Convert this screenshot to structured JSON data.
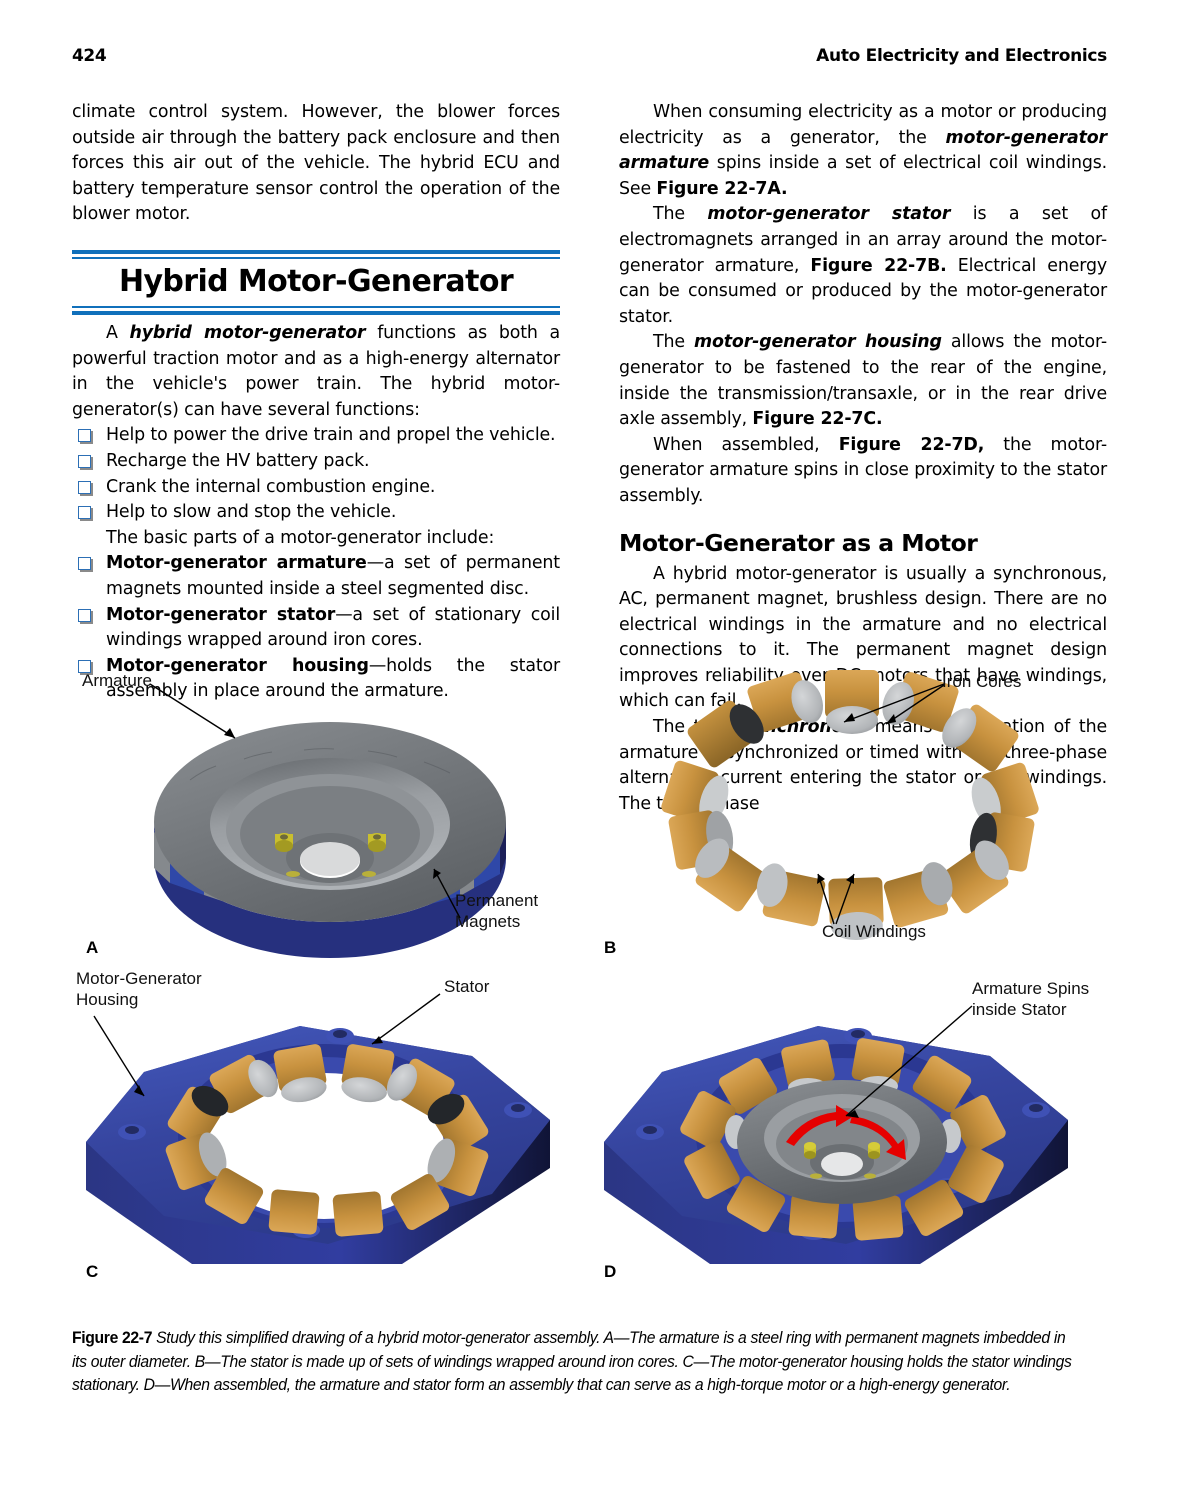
{
  "header": {
    "folio": "424",
    "book_title": "Auto Electricity and Electronics"
  },
  "left_column": {
    "continued_paragraph": "climate control system. However, the blower forces outside air through the battery pack enclosure and then forces this air out of the vehicle. The hybrid ECU and battery temperature sensor control the operation of the blower motor.",
    "section_heading": "Hybrid Motor-Generator",
    "intro_paragraph_pre": "A ",
    "intro_paragraph_term": "hybrid motor-generator",
    "intro_paragraph_post": " functions as both a powerful traction motor and as a high-energy alternator in the vehicle's power train. The hybrid motor-generator(s) can have several functions:",
    "function_bullets": [
      "Help to power the drive train and propel the vehicle.",
      "Recharge the HV battery pack.",
      "Crank the internal combustion engine.",
      "Help to slow and stop the vehicle."
    ],
    "parts_lead_in": "The basic parts of a motor-generator include:",
    "part_bullets": [
      {
        "term": "Motor-generator armature",
        "definition": "—a set of permanent magnets mounted inside a steel segmented disc."
      },
      {
        "term": "Motor-generator stator",
        "definition": "—a set of stationary coil windings wrapped around iron cores."
      },
      {
        "term": "Motor-generator housing",
        "definition": "—holds the stator assembly in place around the armature."
      }
    ]
  },
  "right_column": {
    "para1": {
      "a": "When consuming electricity as a motor or producing electricity as a generator, the ",
      "term": "motor-generator armature",
      "b": " spins inside a set of electrical coil windings. See ",
      "figref": "Figure 22-7A.",
      "c": ""
    },
    "para2": {
      "a": "The ",
      "term": "motor-generator stator",
      "b": " is a set of electromagnets arranged in an array around the motor-generator armature, ",
      "figref": "Figure 22-7B.",
      "c": " Electrical energy can be consumed or produced by the motor-generator stator."
    },
    "para3": {
      "a": "The ",
      "term": "motor-generator housing",
      "b": " allows the motor-generator to be fastened to the rear of the engine, inside the transmission/transaxle, or in the rear drive axle assembly, ",
      "figref": "Figure 22-7C.",
      "c": ""
    },
    "para4": {
      "a": "When assembled, ",
      "figref": "Figure 22-7D,",
      "b": " the motor-generator armature spins in close proximity to the stator assembly."
    },
    "section_heading": "Motor-Generator as a Motor",
    "para5": "A hybrid motor-generator is usually a synchronous, AC, permanent magnet, brushless design. There are no electrical windings in the armature and no electrical connections to it. The permanent magnet design improves reliability over DC motors that have windings, which can fail.",
    "para6": {
      "a": "The term ",
      "term": "synchronous",
      "b": " means the rotation of the armature is synchronized or timed with the three-phase alternating current entering the stator or coil windings. The three-phase"
    }
  },
  "figure": {
    "panel_letters": {
      "a": "A",
      "b": "B",
      "c": "C",
      "d": "D"
    },
    "callouts": {
      "armature": "Armature",
      "permanent_magnets": "Permanent\nMagnets",
      "iron_cores": "Iron Cores",
      "coil_windings": "Coil Windings",
      "housing": "Motor-Generator\nHousing",
      "stator": "Stator",
      "armature_spins": "Armature Spins\ninside Stator"
    },
    "colors": {
      "magnet_blue": "#2f48a8",
      "housing_blue": "#2f3f9e",
      "steel_gray": "#74787c",
      "copper": "#c8923f",
      "core_gray": "#b9bbbd",
      "rotation_red": "#e60000",
      "rule_blue": "#1070bb"
    },
    "caption": {
      "label": "Figure 22-7",
      "text": " Study this simplified drawing of a hybrid motor-generator assembly. A—The armature is a steel ring with permanent magnets imbedded in its outer diameter. B—The stator is made up of sets of windings wrapped around iron cores. C—The motor-generator housing holds the stator windings stationary. D—When assembled, the armature and stator form an assembly that can serve as a high-torque motor or a high-energy generator."
    }
  }
}
